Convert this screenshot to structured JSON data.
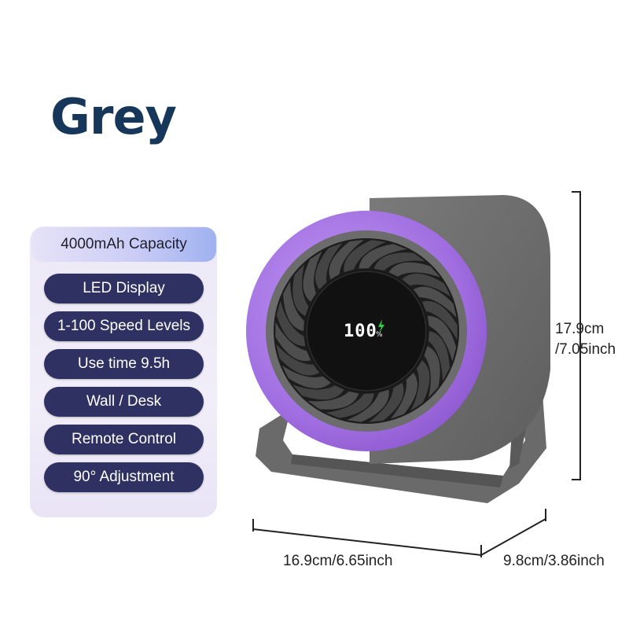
{
  "title": "Grey",
  "capacity": "4000mAh Capacity",
  "features": [
    "LED Display",
    "1-100 Speed Levels",
    "Use time 9.5h",
    "Wall / Desk",
    "Remote Control",
    "90° Adjustment"
  ],
  "display": {
    "reading": "100",
    "unit": "%"
  },
  "dimensions": {
    "height_line1": "17.9cm",
    "height_line2": "/7.05inch",
    "width": "16.9cm/6.65inch",
    "depth": "9.8cm/3.86inch"
  },
  "colors": {
    "title": "#16365a",
    "feature_pill": "#2f3162",
    "fan_body": "#6f6f6f",
    "fan_ring": "#a06ee0",
    "battery_icon": "#35c84a"
  }
}
